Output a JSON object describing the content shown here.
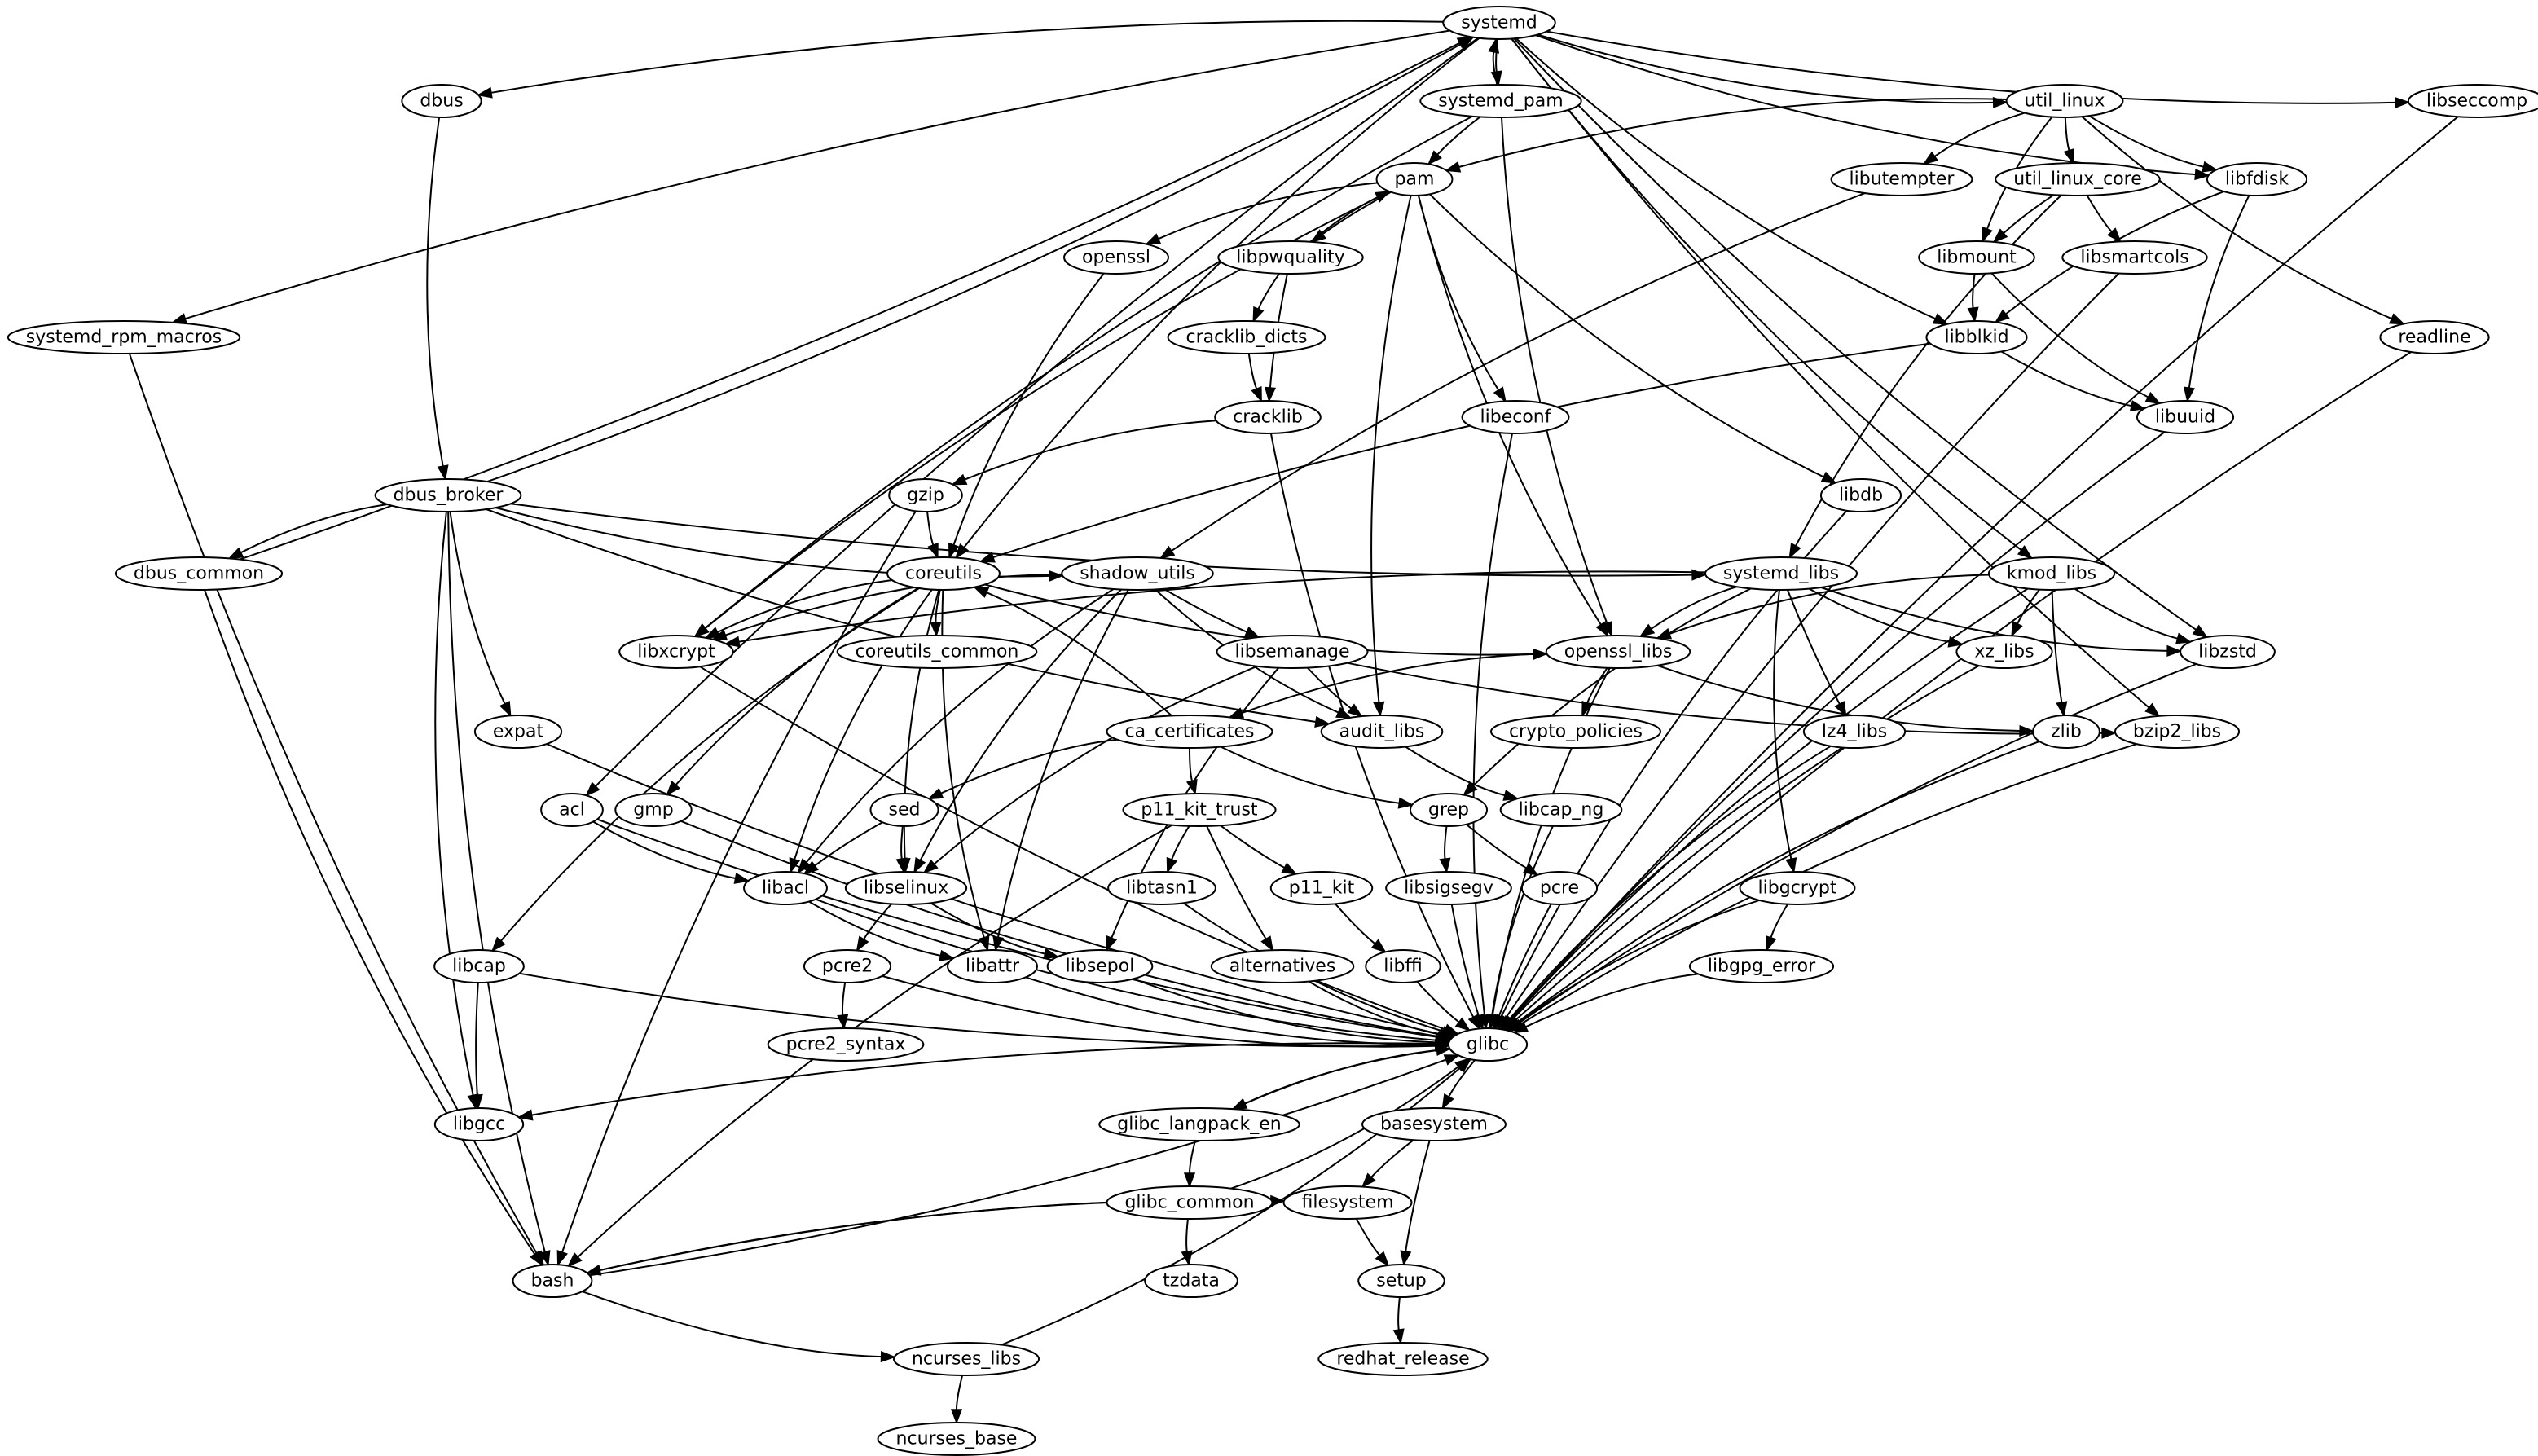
{
  "title": "Package dependency graph",
  "nodes": [
    {
      "id": "systemd",
      "label": "systemd"
    },
    {
      "id": "dbus",
      "label": "dbus"
    },
    {
      "id": "systemd_pam",
      "label": "systemd_pam"
    },
    {
      "id": "util_linux",
      "label": "util_linux"
    },
    {
      "id": "libseccomp",
      "label": "libseccomp"
    },
    {
      "id": "pam",
      "label": "pam"
    },
    {
      "id": "libutempter",
      "label": "libutempter"
    },
    {
      "id": "util_linux_core",
      "label": "util_linux_core"
    },
    {
      "id": "libfdisk",
      "label": "libfdisk"
    },
    {
      "id": "openssl",
      "label": "openssl"
    },
    {
      "id": "libpwquality",
      "label": "libpwquality"
    },
    {
      "id": "libmount",
      "label": "libmount"
    },
    {
      "id": "libsmartcols",
      "label": "libsmartcols"
    },
    {
      "id": "systemd_rpm_macros",
      "label": "systemd_rpm_macros"
    },
    {
      "id": "cracklib_dicts",
      "label": "cracklib_dicts"
    },
    {
      "id": "libblkid",
      "label": "libblkid"
    },
    {
      "id": "readline",
      "label": "readline"
    },
    {
      "id": "cracklib",
      "label": "cracklib"
    },
    {
      "id": "libeconf",
      "label": "libeconf"
    },
    {
      "id": "libuuid",
      "label": "libuuid"
    },
    {
      "id": "dbus_broker",
      "label": "dbus_broker"
    },
    {
      "id": "gzip",
      "label": "gzip"
    },
    {
      "id": "libdb",
      "label": "libdb"
    },
    {
      "id": "dbus_common",
      "label": "dbus_common"
    },
    {
      "id": "coreutils",
      "label": "coreutils"
    },
    {
      "id": "shadow_utils",
      "label": "shadow_utils"
    },
    {
      "id": "systemd_libs",
      "label": "systemd_libs"
    },
    {
      "id": "kmod_libs",
      "label": "kmod_libs"
    },
    {
      "id": "libxcrypt",
      "label": "libxcrypt"
    },
    {
      "id": "coreutils_common",
      "label": "coreutils_common"
    },
    {
      "id": "libsemanage",
      "label": "libsemanage"
    },
    {
      "id": "openssl_libs",
      "label": "openssl_libs"
    },
    {
      "id": "xz_libs",
      "label": "xz_libs"
    },
    {
      "id": "libzstd",
      "label": "libzstd"
    },
    {
      "id": "expat",
      "label": "expat"
    },
    {
      "id": "ca_certificates",
      "label": "ca_certificates"
    },
    {
      "id": "audit_libs",
      "label": "audit_libs"
    },
    {
      "id": "crypto_policies",
      "label": "crypto_policies"
    },
    {
      "id": "lz4_libs",
      "label": "lz4_libs"
    },
    {
      "id": "zlib",
      "label": "zlib"
    },
    {
      "id": "bzip2_libs",
      "label": "bzip2_libs"
    },
    {
      "id": "acl",
      "label": "acl"
    },
    {
      "id": "gmp",
      "label": "gmp"
    },
    {
      "id": "sed",
      "label": "sed"
    },
    {
      "id": "p11_kit_trust",
      "label": "p11_kit_trust"
    },
    {
      "id": "grep",
      "label": "grep"
    },
    {
      "id": "libcap_ng",
      "label": "libcap_ng"
    },
    {
      "id": "libacl",
      "label": "libacl"
    },
    {
      "id": "libselinux",
      "label": "libselinux"
    },
    {
      "id": "libtasn1",
      "label": "libtasn1"
    },
    {
      "id": "p11_kit",
      "label": "p11_kit"
    },
    {
      "id": "libsigsegv",
      "label": "libsigsegv"
    },
    {
      "id": "pcre",
      "label": "pcre"
    },
    {
      "id": "libgcrypt",
      "label": "libgcrypt"
    },
    {
      "id": "libcap",
      "label": "libcap"
    },
    {
      "id": "pcre2",
      "label": "pcre2"
    },
    {
      "id": "libattr",
      "label": "libattr"
    },
    {
      "id": "libsepol",
      "label": "libsepol"
    },
    {
      "id": "alternatives",
      "label": "alternatives"
    },
    {
      "id": "libffi",
      "label": "libffi"
    },
    {
      "id": "libgpg_error",
      "label": "libgpg_error"
    },
    {
      "id": "glibc",
      "label": "glibc"
    },
    {
      "id": "pcre2_syntax",
      "label": "pcre2_syntax"
    },
    {
      "id": "libgcc",
      "label": "libgcc"
    },
    {
      "id": "glibc_langpack_en",
      "label": "glibc_langpack_en"
    },
    {
      "id": "basesystem",
      "label": "basesystem"
    },
    {
      "id": "glibc_common",
      "label": "glibc_common"
    },
    {
      "id": "filesystem",
      "label": "filesystem"
    },
    {
      "id": "bash",
      "label": "bash"
    },
    {
      "id": "tzdata",
      "label": "tzdata"
    },
    {
      "id": "setup",
      "label": "setup"
    },
    {
      "id": "ncurses_libs",
      "label": "ncurses_libs"
    },
    {
      "id": "redhat_release",
      "label": "redhat_release"
    },
    {
      "id": "ncurses_base",
      "label": "ncurses_base"
    }
  ],
  "edges": [
    [
      "systemd",
      "dbus"
    ],
    [
      "systemd",
      "systemd_pam"
    ],
    [
      "systemd_pam",
      "systemd"
    ],
    [
      "systemd",
      "util_linux"
    ],
    [
      "systemd",
      "libseccomp"
    ],
    [
      "systemd",
      "systemd_rpm_macros"
    ],
    [
      "systemd",
      "libfdisk"
    ],
    [
      "systemd",
      "libblkid"
    ],
    [
      "systemd",
      "kmod_libs"
    ],
    [
      "systemd",
      "libzstd"
    ],
    [
      "systemd",
      "bzip2_libs"
    ],
    [
      "systemd",
      "coreutils"
    ],
    [
      "systemd",
      "acl"
    ],
    [
      "dbus_broker",
      "systemd"
    ],
    [
      "dbus_common",
      "systemd"
    ],
    [
      "dbus",
      "dbus_broker"
    ],
    [
      "systemd_pam",
      "pam"
    ],
    [
      "systemd_pam",
      "libxcrypt"
    ],
    [
      "systemd_pam",
      "openssl_libs"
    ],
    [
      "util_linux",
      "pam"
    ],
    [
      "util_linux",
      "libutempter"
    ],
    [
      "util_linux",
      "util_linux_core"
    ],
    [
      "util_linux",
      "libfdisk"
    ],
    [
      "util_linux",
      "libmount"
    ],
    [
      "util_linux",
      "readline"
    ],
    [
      "util_linux_core",
      "libmount"
    ],
    [
      "util_linux_core",
      "libsmartcols"
    ],
    [
      "util_linux_core",
      "systemd_libs"
    ],
    [
      "libutempter",
      "shadow_utils"
    ],
    [
      "libfdisk",
      "libblkid"
    ],
    [
      "libfdisk",
      "libuuid"
    ],
    [
      "libmount",
      "libblkid"
    ],
    [
      "libmount",
      "libuuid"
    ],
    [
      "libblkid",
      "libuuid"
    ],
    [
      "libblkid",
      "coreutils"
    ],
    [
      "pam",
      "openssl"
    ],
    [
      "pam",
      "libpwquality"
    ],
    [
      "libpwquality",
      "pam"
    ],
    [
      "pam",
      "libxcrypt"
    ],
    [
      "pam",
      "libeconf"
    ],
    [
      "pam",
      "libdb"
    ],
    [
      "pam",
      "audit_libs"
    ],
    [
      "pam",
      "openssl_libs"
    ],
    [
      "libpwquality",
      "cracklib_dicts"
    ],
    [
      "libpwquality",
      "cracklib"
    ],
    [
      "cracklib_dicts",
      "cracklib"
    ],
    [
      "cracklib",
      "gzip"
    ],
    [
      "cracklib",
      "glibc"
    ],
    [
      "openssl",
      "coreutils"
    ],
    [
      "gzip",
      "coreutils"
    ],
    [
      "gzip",
      "bash"
    ],
    [
      "dbus_broker",
      "dbus_common"
    ],
    [
      "dbus_broker",
      "shadow_utils"
    ],
    [
      "dbus_broker",
      "systemd_libs"
    ],
    [
      "dbus_broker",
      "audit_libs"
    ],
    [
      "dbus_broker",
      "expat"
    ],
    [
      "dbus_broker",
      "libgcc"
    ],
    [
      "dbus_broker",
      "bash"
    ],
    [
      "dbus_common",
      "bash"
    ],
    [
      "systemd_rpm_macros",
      "bash"
    ],
    [
      "coreutils",
      "libxcrypt"
    ],
    [
      "coreutils",
      "coreutils_common"
    ],
    [
      "coreutils",
      "openssl_libs"
    ],
    [
      "coreutils",
      "gmp"
    ],
    [
      "coreutils",
      "libcap"
    ],
    [
      "coreutils",
      "libacl"
    ],
    [
      "coreutils",
      "libselinux"
    ],
    [
      "coreutils",
      "libattr"
    ],
    [
      "shadow_utils",
      "libxcrypt"
    ],
    [
      "shadow_utils",
      "libsemanage"
    ],
    [
      "shadow_utils",
      "audit_libs"
    ],
    [
      "shadow_utils",
      "libacl"
    ],
    [
      "shadow_utils",
      "libselinux"
    ],
    [
      "shadow_utils",
      "libattr"
    ],
    [
      "systemd_libs",
      "libxcrypt"
    ],
    [
      "systemd_libs",
      "openssl_libs"
    ],
    [
      "systemd_libs",
      "xz_libs"
    ],
    [
      "systemd_libs",
      "libzstd"
    ],
    [
      "systemd_libs",
      "lz4_libs"
    ],
    [
      "systemd_libs",
      "libgcrypt"
    ],
    [
      "systemd_libs",
      "grep"
    ],
    [
      "kmod_libs",
      "openssl_libs"
    ],
    [
      "kmod_libs",
      "xz_libs"
    ],
    [
      "kmod_libs",
      "libzstd"
    ],
    [
      "kmod_libs",
      "zlib"
    ],
    [
      "kmod_libs",
      "glibc"
    ],
    [
      "libsemanage",
      "audit_libs"
    ],
    [
      "libsemanage",
      "bzip2_libs"
    ],
    [
      "libsemanage",
      "libselinux"
    ],
    [
      "libsemanage",
      "libsepol"
    ],
    [
      "openssl_libs",
      "crypto_policies"
    ],
    [
      "openssl_libs",
      "ca_certificates"
    ],
    [
      "openssl_libs",
      "zlib"
    ],
    [
      "openssl_libs",
      "glibc"
    ],
    [
      "ca_certificates",
      "coreutils"
    ],
    [
      "ca_certificates",
      "sed"
    ],
    [
      "ca_certificates",
      "p11_kit_trust"
    ],
    [
      "ca_certificates",
      "grep"
    ],
    [
      "audit_libs",
      "libcap_ng"
    ],
    [
      "acl",
      "libacl"
    ],
    [
      "acl",
      "glibc"
    ],
    [
      "gmp",
      "glibc"
    ],
    [
      "sed",
      "libacl"
    ],
    [
      "sed",
      "libselinux"
    ],
    [
      "p11_kit_trust",
      "libtasn1"
    ],
    [
      "p11_kit_trust",
      "p11_kit"
    ],
    [
      "p11_kit_trust",
      "alternatives"
    ],
    [
      "p11_kit_trust",
      "bash"
    ],
    [
      "grep",
      "libsigsegv"
    ],
    [
      "grep",
      "pcre"
    ],
    [
      "libacl",
      "libattr"
    ],
    [
      "libacl",
      "glibc"
    ],
    [
      "libselinux",
      "pcre2"
    ],
    [
      "libselinux",
      "libsepol"
    ],
    [
      "p11_kit",
      "libffi"
    ],
    [
      "libgcrypt",
      "libgpg_error"
    ],
    [
      "libgcrypt",
      "glibc"
    ],
    [
      "libcap",
      "libgcc"
    ],
    [
      "libcap",
      "glibc"
    ],
    [
      "pcre2",
      "pcre2_syntax"
    ],
    [
      "pcre2",
      "glibc"
    ],
    [
      "libattr",
      "glibc"
    ],
    [
      "libsepol",
      "glibc"
    ],
    [
      "alternatives",
      "glibc"
    ],
    [
      "libffi",
      "glibc"
    ],
    [
      "libgpg_error",
      "glibc"
    ],
    [
      "libsigsegv",
      "glibc"
    ],
    [
      "pcre",
      "glibc"
    ],
    [
      "libtasn1",
      "glibc"
    ],
    [
      "libcap_ng",
      "glibc"
    ],
    [
      "expat",
      "glibc"
    ],
    [
      "libxcrypt",
      "glibc"
    ],
    [
      "libeconf",
      "glibc"
    ],
    [
      "libdb",
      "glibc"
    ],
    [
      "lz4_libs",
      "glibc"
    ],
    [
      "xz_libs",
      "glibc"
    ],
    [
      "zlib",
      "glibc"
    ],
    [
      "bzip2_libs",
      "glibc"
    ],
    [
      "libzstd",
      "glibc"
    ],
    [
      "libuuid",
      "glibc"
    ],
    [
      "libsmartcols",
      "glibc"
    ],
    [
      "readline",
      "glibc"
    ],
    [
      "libseccomp",
      "glibc"
    ],
    [
      "glibc",
      "libgcc"
    ],
    [
      "glibc",
      "glibc_langpack_en"
    ],
    [
      "glibc_langpack_en",
      "glibc"
    ],
    [
      "glibc",
      "basesystem"
    ],
    [
      "glibc_langpack_en",
      "glibc_common"
    ],
    [
      "glibc_common",
      "glibc"
    ],
    [
      "glibc_common",
      "tzdata"
    ],
    [
      "basesystem",
      "filesystem"
    ],
    [
      "basesystem",
      "setup"
    ],
    [
      "filesystem",
      "setup"
    ],
    [
      "filesystem",
      "bash"
    ],
    [
      "bash",
      "filesystem"
    ],
    [
      "bash",
      "glibc"
    ],
    [
      "bash",
      "ncurses_libs"
    ],
    [
      "ncurses_libs",
      "glibc"
    ],
    [
      "ncurses_libs",
      "ncurses_base"
    ],
    [
      "setup",
      "redhat_release"
    ]
  ]
}
